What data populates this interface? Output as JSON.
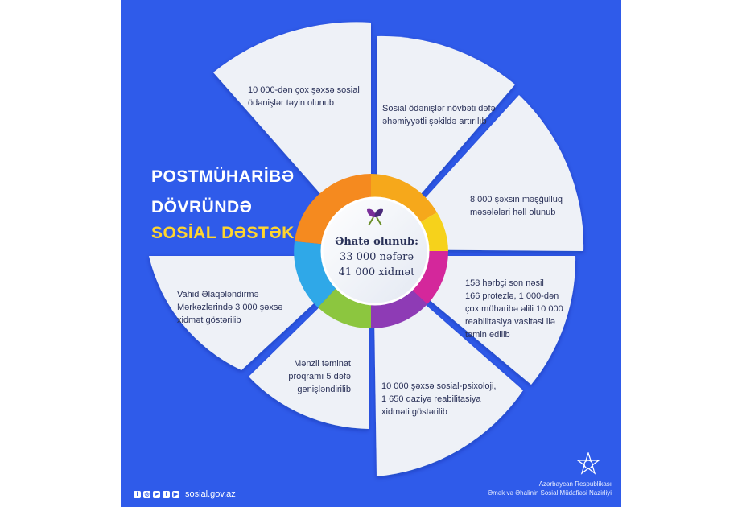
{
  "headline": {
    "line1": "POSTMÜHARİBƏ",
    "line2": "DÖVRÜNDƏ",
    "line3": "SOSİAL DƏSTƏK"
  },
  "center": {
    "title": "Əhatə olunub:",
    "line1": "33 000 nəfərə",
    "line2": "41 000 xidmət"
  },
  "segments": [
    {
      "id": "top-left",
      "lines": [
        "10 000-dən çox şəxsə sosial",
        "ödənişlər təyin olunub"
      ]
    },
    {
      "id": "top-right",
      "lines": [
        "Sosial ödənişlər növbəti dəfə",
        "əhəmiyyətli şəkildə artırılıb"
      ]
    },
    {
      "id": "right-upper",
      "lines": [
        "8 000 şəxsin məşğulluq",
        "məsələləri həll olunub"
      ]
    },
    {
      "id": "right-lower",
      "lines": [
        "158 hərbçi son nəsil",
        "166 protezlə, 1 000-dən",
        "çox müharibə əlili 10 000",
        "reabilitasiya vasitəsi ilə",
        "təmin edilib"
      ]
    },
    {
      "id": "bottom-right",
      "lines": [
        "10 000 şəxsə sosial-psixoloji,",
        "1 650 qaziyə reabilitasiya",
        "xidməti göstərilib"
      ]
    },
    {
      "id": "bottom-left",
      "lines": [
        "Mənzil təminat",
        "proqramı 5 dəfə",
        "genişləndirilib"
      ]
    },
    {
      "id": "left",
      "lines": [
        "Vahid Əlaqələndirmə",
        "Mərkəzlərində 3 000 şəxsə",
        "xidmət göstərilib"
      ]
    }
  ],
  "footer": {
    "website": "sosial.gov.az",
    "social_icons": [
      "facebook-icon",
      "instagram-icon",
      "telegram-icon",
      "twitter-icon",
      "youtube-icon"
    ],
    "ministry_line1": "Azərbaycan Respublikası",
    "ministry_line2": "Əmək və Əhalinin Sosial Müdafiəsi Nazirliyi"
  },
  "colors": {
    "background": "#2f5bea",
    "headline_white": "#ffffff",
    "headline_yellow": "#ffd52e",
    "segment_fill": "#eef1f7",
    "text_dark": "#2a3158",
    "ring_orange": "#f58a1f",
    "ring_yellow": "#f6c21b",
    "ring_magenta": "#d4279b",
    "ring_purple": "#8e3bb5",
    "ring_green": "#8cc63f",
    "ring_blue": "#2fa8e8"
  }
}
